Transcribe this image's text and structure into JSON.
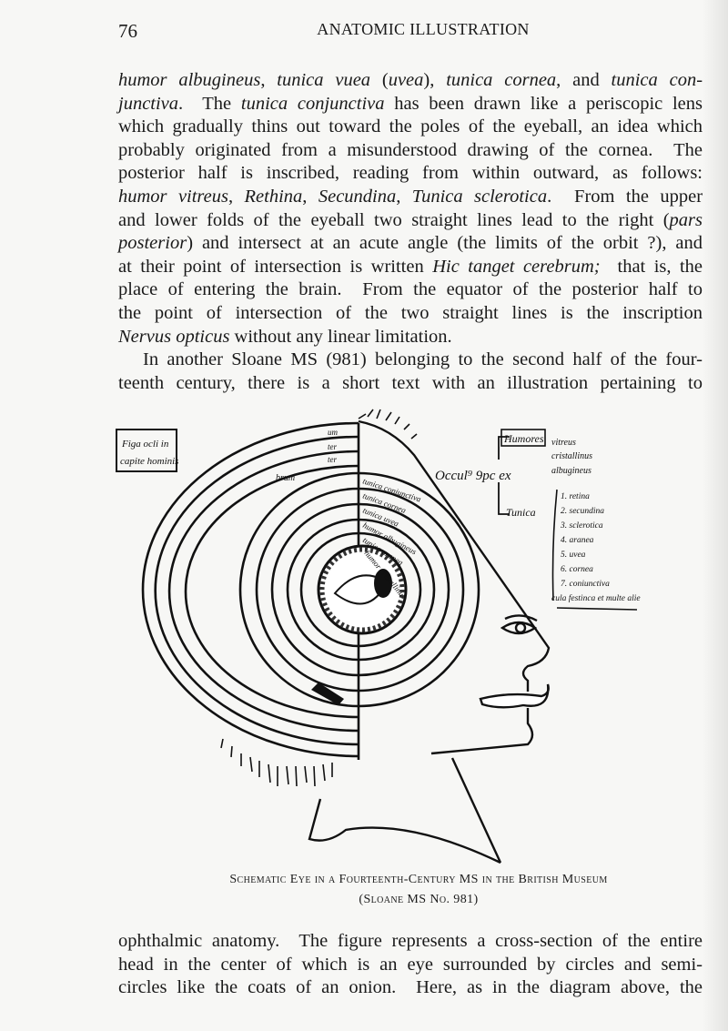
{
  "header": {
    "page_number": "76",
    "running_title": "ANATOMIC ILLUSTRATION"
  },
  "body_top": [
    [
      {
        "t": "humor albugineus",
        "i": true
      },
      {
        "t": ", "
      },
      {
        "t": "tunica vuea",
        "i": true
      },
      {
        "t": " ("
      },
      {
        "t": "uvea",
        "i": true
      },
      {
        "t": "), "
      },
      {
        "t": "tunica cornea",
        "i": true
      },
      {
        "t": ", and "
      },
      {
        "t": "tunica con-",
        "i": true
      }
    ],
    [
      {
        "t": "junctiva",
        "i": true
      },
      {
        "t": ".  The "
      },
      {
        "t": "tunica conjunctiva",
        "i": true
      },
      {
        "t": " has been drawn like a periscopic lens"
      }
    ],
    [
      {
        "t": "which gradually thins out toward the poles of the eyeball, an idea which"
      }
    ],
    [
      {
        "t": "probably originated from a misunderstood drawing of the cornea.  The"
      }
    ],
    [
      {
        "t": "posterior half is inscribed, reading from within outward, as follows:"
      }
    ],
    [
      {
        "t": "humor vitreus",
        "i": true
      },
      {
        "t": ", "
      },
      {
        "t": "Rethina",
        "i": true
      },
      {
        "t": ", "
      },
      {
        "t": "Secundina",
        "i": true
      },
      {
        "t": ", "
      },
      {
        "t": "Tunica sclerotica",
        "i": true
      },
      {
        "t": ".  From the upper"
      }
    ],
    [
      {
        "t": "and lower folds of the eyeball two straight lines lead to the right ("
      },
      {
        "t": "pars",
        "i": true
      }
    ],
    [
      {
        "t": "posterior",
        "i": true
      },
      {
        "t": ") and intersect at an acute angle (the limits of the orbit ?), and"
      }
    ],
    [
      {
        "t": "at their point of intersection is written "
      },
      {
        "t": "Hic tanget cerebrum;",
        "i": true
      },
      {
        "t": "  that is, the"
      }
    ],
    [
      {
        "t": "place of entering the brain.  From the equator of the posterior half to"
      }
    ],
    [
      {
        "t": "the point of intersection of the two straight lines is the inscription"
      }
    ],
    [
      {
        "t": "Nervus opticus",
        "i": true
      },
      {
        "t": " without any linear limitation."
      }
    ],
    [
      {
        "t": "In another Sloane MS (981) belonging to the second half of the four-"
      }
    ],
    [
      {
        "t": "teenth century, there is a short text with an illustration pertaining to"
      }
    ]
  ],
  "figure": {
    "caption_line1": "Schematic Eye in a Fourteenth-Century MS in the British Museum",
    "caption_line2": "(Sloane MS No. 981)",
    "labels": {
      "box": [
        "Figa ocli in",
        "capite hominis"
      ],
      "occulus": "Occul⁹ 9pc ex",
      "humores": "Humores",
      "humor_items": [
        "vitreus",
        "cristallinus",
        "albugineus"
      ],
      "tunica": "Tunica",
      "tunica_items": [
        "1. retina",
        "2. secundina",
        "3. sclerotica",
        "4. aranea",
        "5. uvea",
        "6. cornea",
        "7. coniunctiva",
        "cula festinca et multe alie"
      ],
      "right_rings": [
        "tunica coniunctiva",
        "tunica cornea",
        "tunica uvea",
        "humor albugineus",
        "tunica aranea",
        "humor cristallinus"
      ],
      "top_rings": [
        "um",
        "ter",
        "ter",
        "brum"
      ]
    }
  },
  "body_bottom": [
    [
      {
        "t": "ophthalmic anatomy.  The figure represents a cross-section of the entire"
      }
    ],
    [
      {
        "t": "head in the center of which is an eye surrounded by circles and semi-"
      }
    ],
    [
      {
        "t": "circles like the coats of an onion.  Here, as in the diagram above, the"
      }
    ]
  ]
}
